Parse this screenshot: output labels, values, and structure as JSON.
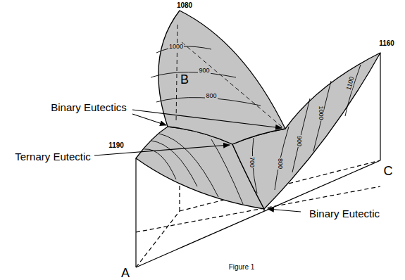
{
  "diagram": {
    "caption": "Figure 1",
    "labels": [
      "1080",
      "1160",
      "1190",
      "B",
      "A",
      "C",
      "Binary Eutectics",
      "Ternary Eutectic",
      "Binary Eutectic",
      "1000",
      "900",
      "800",
      "1100",
      "1000",
      "900",
      "800",
      "700"
    ]
  }
}
